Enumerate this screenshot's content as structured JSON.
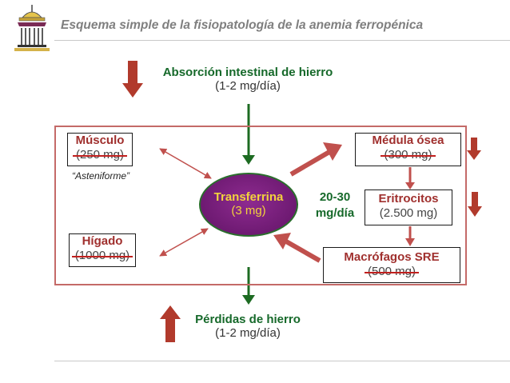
{
  "title": "Esquema simple de la fisiopatología de la anemia ferropénica",
  "absorption": {
    "label": "Absorción intestinal de hierro",
    "value": "(1-2 mg/día)"
  },
  "losses": {
    "label": "Pérdidas de hierro",
    "value": "(1-2 mg/día)"
  },
  "transferrin": {
    "label": "Transferrina",
    "value": "(3 mg)"
  },
  "muscle": {
    "label": "Músculo",
    "value": "(250 mg)",
    "note": "“Asteniforme”"
  },
  "liver": {
    "label": "Hígado",
    "value": "(1000 mg)"
  },
  "marrow": {
    "label": "Médula ósea",
    "value": "(300 mg)"
  },
  "erythrocytes": {
    "label": "Eritrocitos",
    "value": "(2.500 mg)"
  },
  "macrophages": {
    "label": "Macrófagos SRE",
    "value": "(500 mg)"
  },
  "flow_rate": {
    "line1": "20-30",
    "line2": "mg/día"
  },
  "colors": {
    "arrow_red": "#b13a2c",
    "arrow_green": "#1d6b22",
    "frame": "#c46a68",
    "flow": "#c0504d",
    "transferrin": "#6e1a72",
    "text_highlight": "#f2d33c"
  }
}
